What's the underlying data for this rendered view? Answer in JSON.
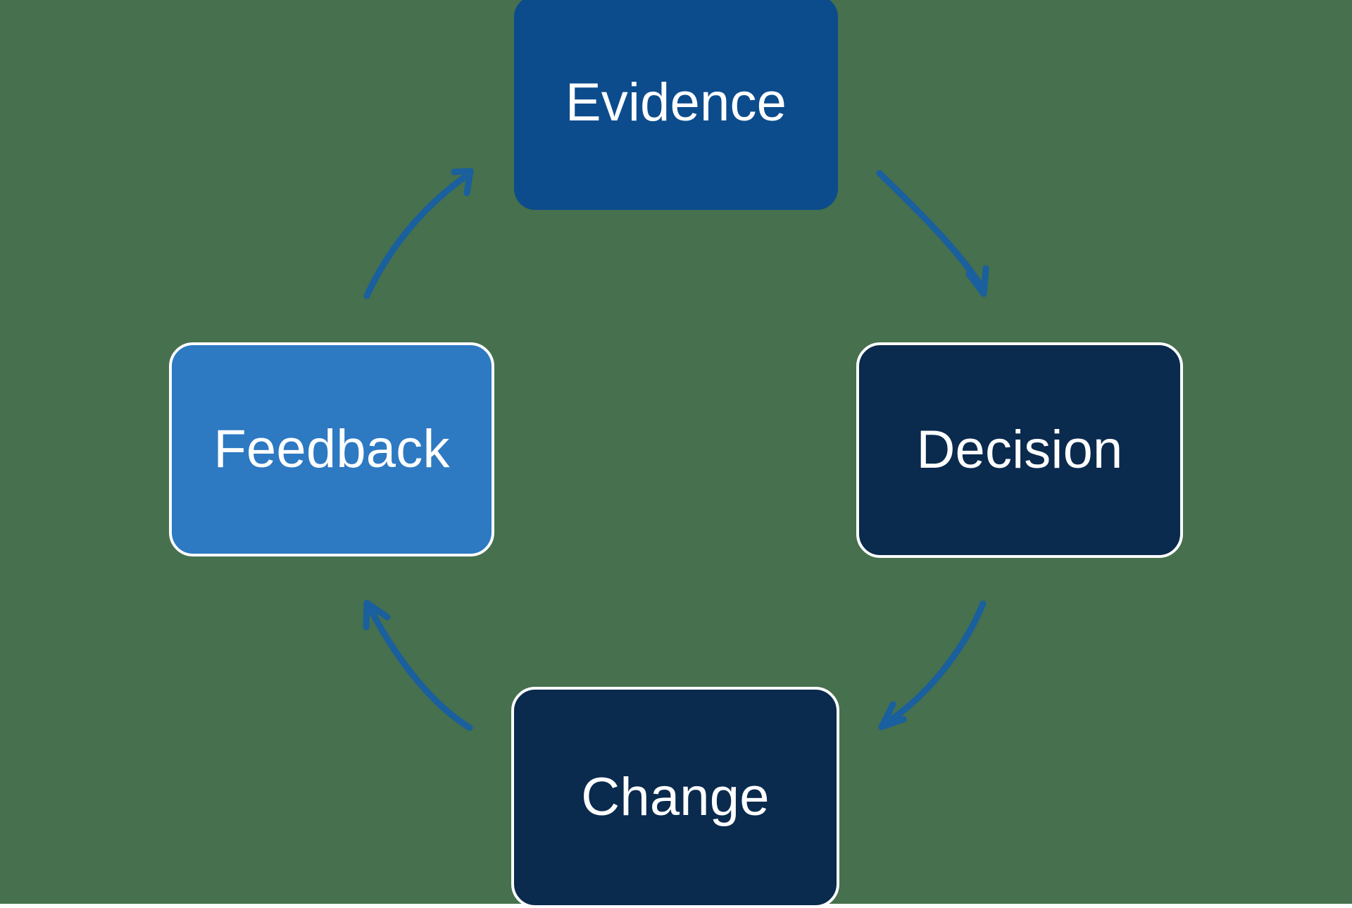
{
  "diagram": {
    "type": "cycle",
    "title": "Evidence to Decision to Change to Feedback cycle",
    "background_color": "#46704e",
    "arrow_color": "#1a5f9e",
    "nodes": [
      {
        "id": "evidence",
        "label": "Evidence",
        "position": "top",
        "fill_color": "#0c4c8c",
        "text_color": "#ffffff",
        "border_color": "none"
      },
      {
        "id": "decision",
        "label": "Decision",
        "position": "right",
        "fill_color": "#0a2a4e",
        "text_color": "#ffffff",
        "border_color": "#ffffff"
      },
      {
        "id": "change",
        "label": "Change",
        "position": "bottom",
        "fill_color": "#0a2a4e",
        "text_color": "#ffffff",
        "border_color": "#ffffff"
      },
      {
        "id": "feedback",
        "label": "Feedback",
        "position": "left",
        "fill_color": "#2d79c2",
        "text_color": "#ffffff",
        "border_color": "#ffffff"
      }
    ],
    "arrows": [
      {
        "id": "evidence-to-decision",
        "from": "evidence",
        "to": "decision",
        "style": "curved-arrow"
      },
      {
        "id": "decision-to-change",
        "from": "decision",
        "to": "change",
        "style": "curved-arrow"
      },
      {
        "id": "change-to-feedback",
        "from": "change",
        "to": "feedback",
        "style": "curved-arrow"
      },
      {
        "id": "feedback-to-evidence",
        "from": "feedback",
        "to": "evidence",
        "style": "curved-arrow"
      }
    ]
  }
}
